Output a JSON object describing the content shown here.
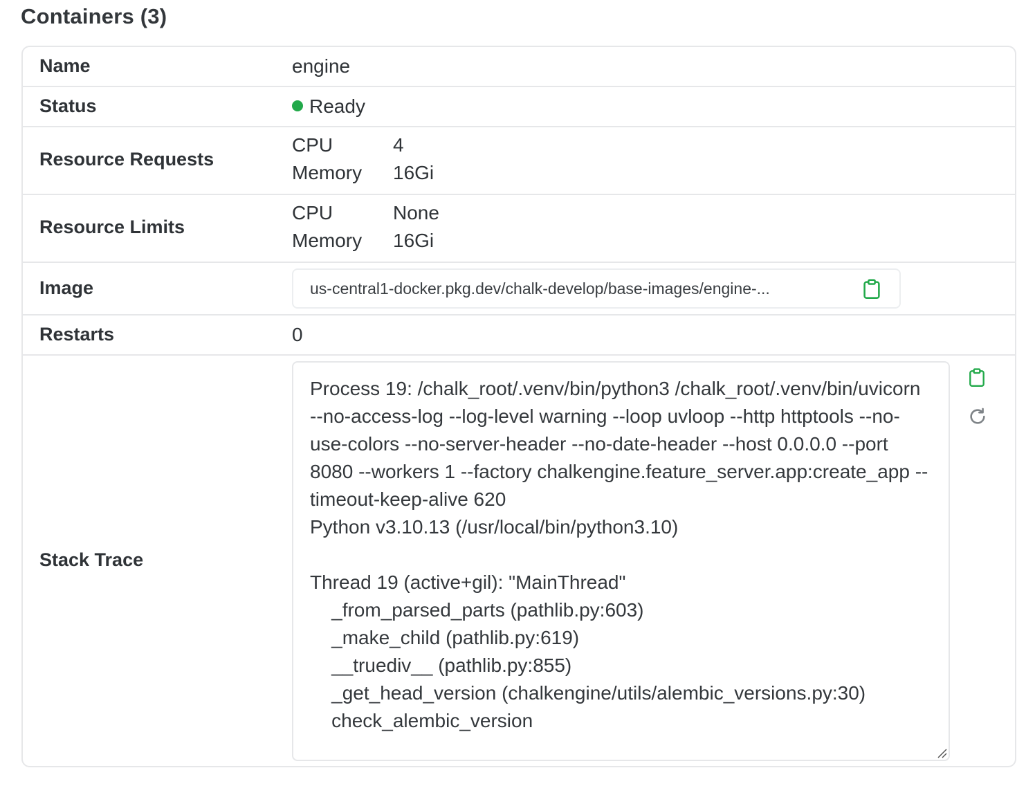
{
  "section": {
    "title": "Containers (3)"
  },
  "rows": {
    "name": {
      "label": "Name",
      "value": "engine"
    },
    "status": {
      "label": "Status",
      "value": "Ready",
      "color": "#22a94a"
    },
    "requests": {
      "label": "Resource Requests",
      "cpu_label": "CPU",
      "cpu_value": "4",
      "mem_label": "Memory",
      "mem_value": "16Gi"
    },
    "limits": {
      "label": "Resource Limits",
      "cpu_label": "CPU",
      "cpu_value": "None",
      "mem_label": "Memory",
      "mem_value": "16Gi"
    },
    "image": {
      "label": "Image",
      "value": "us-central1-docker.pkg.dev/chalk-develop/base-images/engine-..."
    },
    "restarts": {
      "label": "Restarts",
      "value": "0"
    },
    "stack_trace": {
      "label": "Stack Trace",
      "text": "Process 19: /chalk_root/.venv/bin/python3 /chalk_root/.venv/bin/uvicorn --no-access-log --log-level warning --loop uvloop --http httptools --no-use-colors --no-server-header --no-date-header --host 0.0.0.0 --port 8080 --workers 1 --factory chalkengine.feature_server.app:create_app --timeout-keep-alive 620\nPython v3.10.13 (/usr/local/bin/python3.10)\n\nThread 19 (active+gil): \"MainThread\"\n    _from_parsed_parts (pathlib.py:603)\n    _make_child (pathlib.py:619)\n    __truediv__ (pathlib.py:855)\n    _get_head_version (chalkengine/utils/alembic_versions.py:30)\n    check_alembic_version"
    }
  },
  "icons": {
    "copy": "clipboard-icon",
    "refresh": "refresh-icon",
    "accent": "#22a94a",
    "muted": "#7d8286"
  }
}
